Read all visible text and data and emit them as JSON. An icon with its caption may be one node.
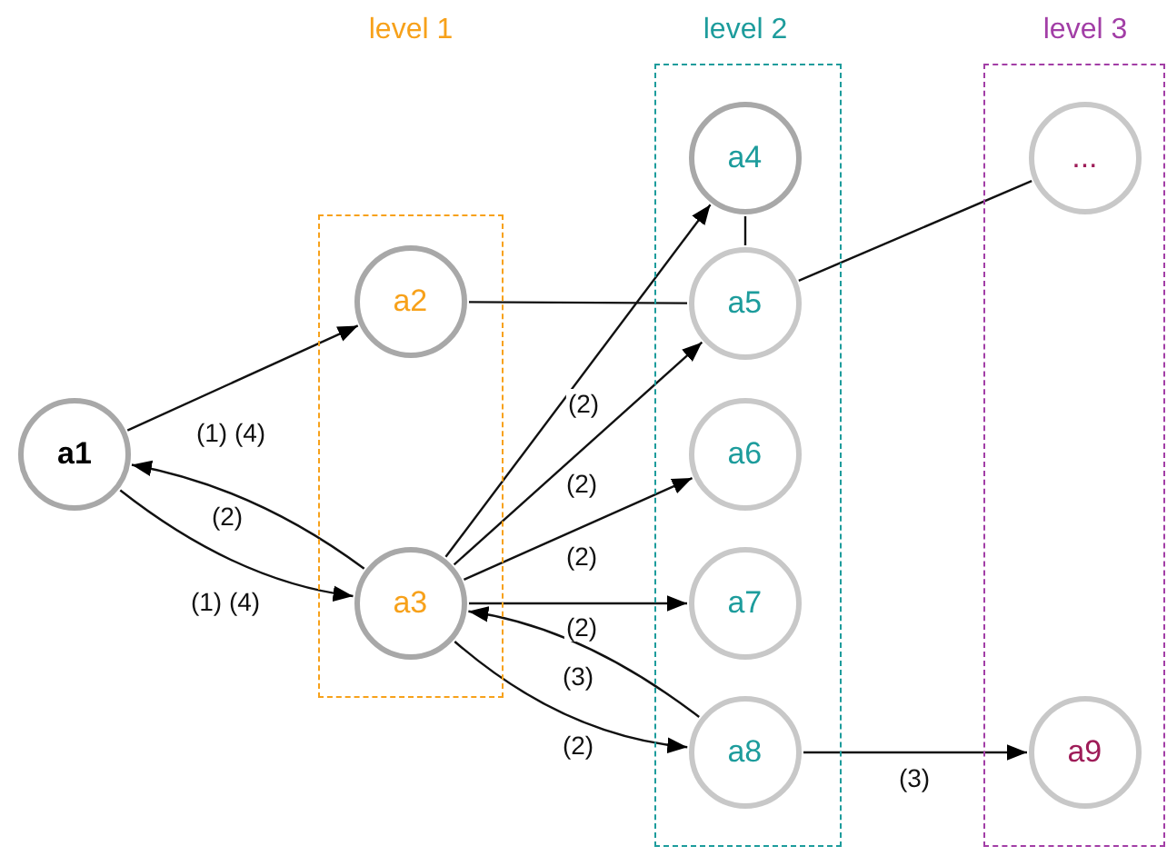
{
  "diagram": {
    "nodes": [
      {
        "text": [
          "a1"
        ]
      },
      {
        "text": [],
        "shape": "box"
      },
      {
        "text": [
          "a2"
        ],
        "in": 1
      },
      {
        "text": [
          "a3"
        ],
        "in": 1
      },
      {
        "text": [],
        "shape": "box"
      },
      {
        "text": [
          "a4"
        ],
        "in": 4
      },
      {
        "text": [
          "a5"
        ],
        "in": 4
      },
      {
        "text": [
          "a6"
        ],
        "in": 4
      },
      {
        "text": [
          "a7"
        ],
        "in": 4
      },
      {
        "text": [
          "a8"
        ],
        "in": 4
      },
      {
        "text": [],
        "shape": "box"
      },
      {
        "text": [
          "..."
        ],
        "in": 10
      },
      {
        "text": [
          "a9"
        ],
        "in": 10
      }
    ],
    "edges": [
      {
        "from": 0,
        "to": 2,
        "arrow": "to",
        "label": "(1) (4)"
      },
      {
        "from": 3,
        "to": 0,
        "arrow": "to",
        "label": "(2)"
      },
      {
        "from": 0,
        "to": 3,
        "arrow": "to",
        "label": "(1) (4)"
      },
      {
        "from": 2,
        "to": 6,
        "arrow": "none"
      },
      {
        "from": 3,
        "to": 5,
        "arrow": "to",
        "label": "(2)"
      },
      {
        "from": 3,
        "to": 6,
        "arrow": "to",
        "label": "(2)"
      },
      {
        "from": 3,
        "to": 7,
        "arrow": "to",
        "label": "(2)"
      },
      {
        "from": 3,
        "to": 8,
        "arrow": "to",
        "label": "(2)"
      },
      {
        "from": 9,
        "to": 3,
        "arrow": "to",
        "label": "(3)"
      },
      {
        "from": 3,
        "to": 9,
        "arrow": "to",
        "label": "(2)"
      },
      {
        "from": 5,
        "to": 6,
        "arrow": "none"
      },
      {
        "from": 6,
        "to": 11,
        "arrow": "none"
      },
      {
        "from": 9,
        "to": 12,
        "arrow": "to",
        "label": "(3)"
      }
    ],
    "labels": [
      "level 1",
      "level 2",
      "level 3"
    ]
  }
}
